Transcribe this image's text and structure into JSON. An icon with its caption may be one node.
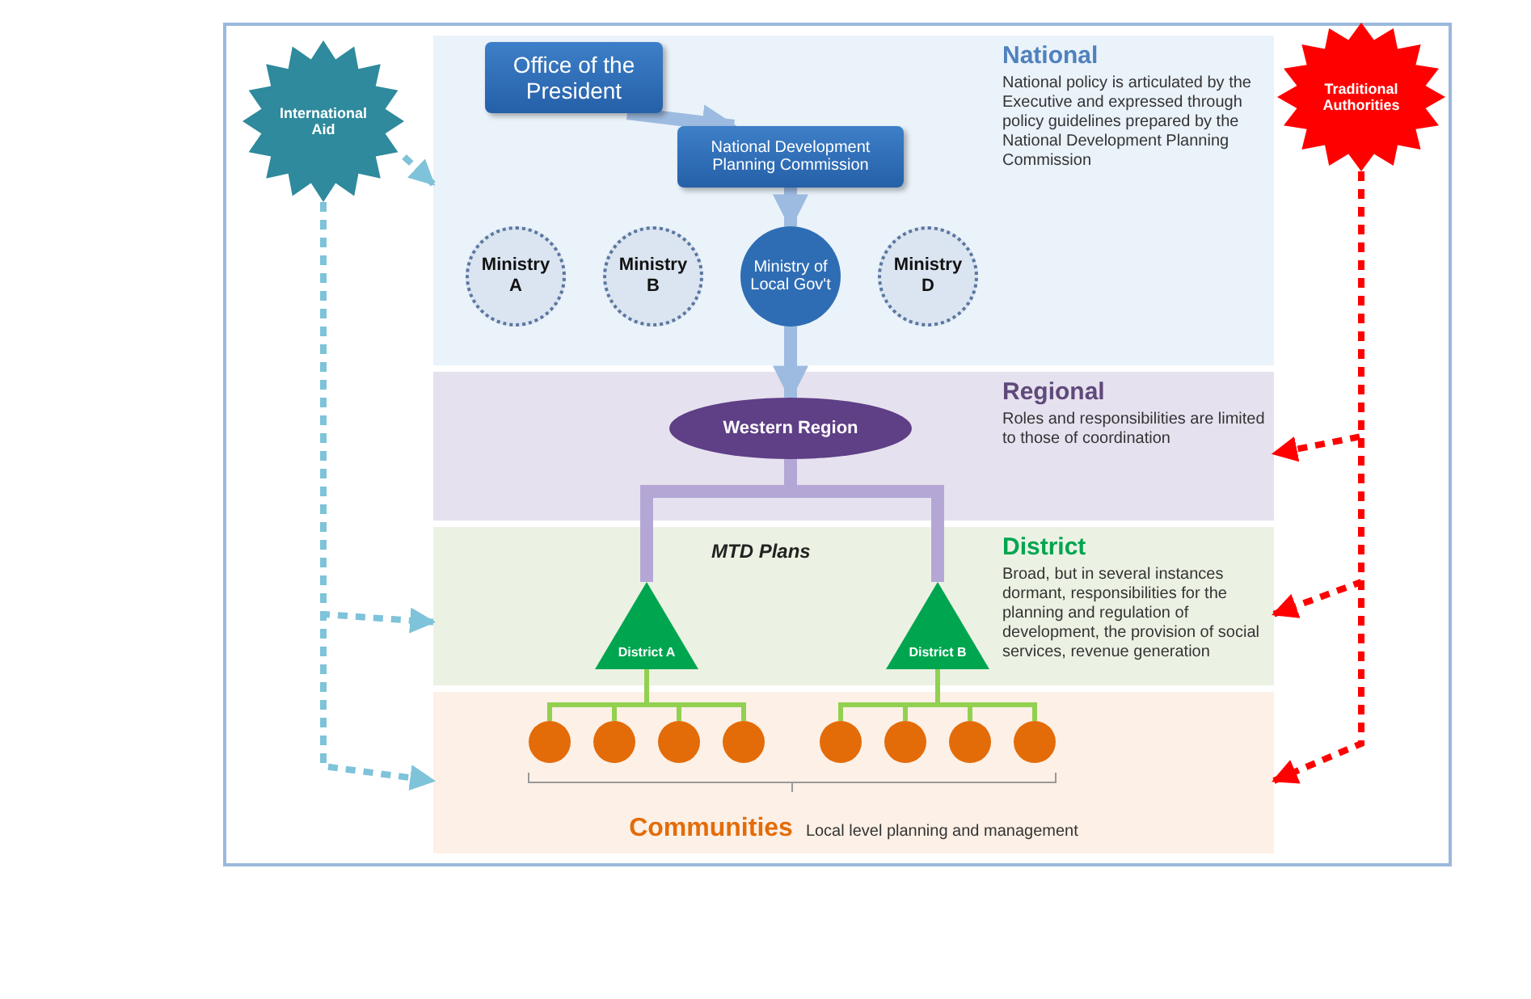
{
  "diagram": {
    "nodes": [
      {
        "text": [
          "International Aid"
        ]
      },
      {
        "text": [
          "Traditional Authorities"
        ]
      },
      {
        "text": [
          "National",
          "National policy is articulated by the Executive and expressed through policy guidelines prepared by the National Development Planning Commission"
        ]
      },
      {
        "text": [
          "Office of the President"
        ],
        "in": 2
      },
      {
        "text": [
          "National Development Planning Commission"
        ],
        "in": 2
      },
      {
        "text": [
          "Ministry A"
        ],
        "in": 2
      },
      {
        "text": [
          "Ministry B"
        ],
        "in": 2
      },
      {
        "text": [
          "Ministry of Local Gov't"
        ],
        "in": 2
      },
      {
        "text": [
          "Ministry D"
        ],
        "in": 2
      },
      {
        "text": [
          "Regional",
          "Roles and responsibilities are limited to those of coordination"
        ]
      },
      {
        "text": [
          "Western Region"
        ],
        "in": 9
      },
      {
        "text": [
          "District",
          "Broad, but in several instances dormant, responsibilities for the planning and regulation of development, the provision of social services, revenue generation"
        ]
      },
      {
        "text": [
          "District A"
        ],
        "in": 11
      },
      {
        "text": [
          "District B"
        ],
        "in": 11
      },
      {
        "text": [
          "Communities",
          "Local level planning and management"
        ]
      },
      {
        "text": [],
        "shape": "circle",
        "in": 14
      },
      {
        "text": [],
        "shape": "circle",
        "in": 14
      },
      {
        "text": [],
        "shape": "circle",
        "in": 14
      },
      {
        "text": [],
        "shape": "circle",
        "in": 14
      },
      {
        "text": [],
        "shape": "circle",
        "in": 14
      },
      {
        "text": [],
        "shape": "circle",
        "in": 14
      },
      {
        "text": [],
        "shape": "circle",
        "in": 14
      },
      {
        "text": [],
        "shape": "circle",
        "in": 14
      }
    ],
    "edges": [
      {
        "from": 3,
        "to": 4,
        "arrow": "to",
        "style": "thick",
        "color": "#9dbbe0"
      },
      {
        "from": 4,
        "to": 7,
        "arrow": "to",
        "style": "thick",
        "color": "#9dbbe0"
      },
      {
        "from": 7,
        "to": 10,
        "arrow": "to",
        "style": "thick",
        "color": "#9dbbe0"
      },
      {
        "from": 10,
        "to": 12,
        "arrow": "none",
        "style": "thick",
        "color": "#b4a7d6"
      },
      {
        "from": 10,
        "to": 13,
        "arrow": "none",
        "style": "thick",
        "color": "#b4a7d6"
      },
      {
        "from": 12,
        "to": 15,
        "arrow": "none"
      },
      {
        "from": 12,
        "to": 16,
        "arrow": "none"
      },
      {
        "from": 12,
        "to": 17,
        "arrow": "none"
      },
      {
        "from": 12,
        "to": 18,
        "arrow": "none"
      },
      {
        "from": 13,
        "to": 19,
        "arrow": "none"
      },
      {
        "from": 13,
        "to": 20,
        "arrow": "none"
      },
      {
        "from": 13,
        "to": 21,
        "arrow": "none"
      },
      {
        "from": 13,
        "to": 22,
        "arrow": "none"
      },
      {
        "from": 0,
        "to": 2,
        "arrow": "to",
        "style": "dashed",
        "color": "#7ec3d9"
      },
      {
        "from": 0,
        "to": 11,
        "arrow": "to",
        "style": "dashed",
        "color": "#7ec3d9"
      },
      {
        "from": 0,
        "to": 14,
        "arrow": "to",
        "style": "dashed",
        "color": "#7ec3d9"
      },
      {
        "from": 1,
        "to": 9,
        "arrow": "to",
        "style": "dashed",
        "color": "#ff0000"
      },
      {
        "from": 1,
        "to": 11,
        "arrow": "to",
        "style": "dashed",
        "color": "#ff0000"
      },
      {
        "from": 1,
        "to": 14,
        "arrow": "to",
        "style": "dashed",
        "color": "#ff0000"
      }
    ],
    "labels": [
      "MTD Plans"
    ]
  }
}
